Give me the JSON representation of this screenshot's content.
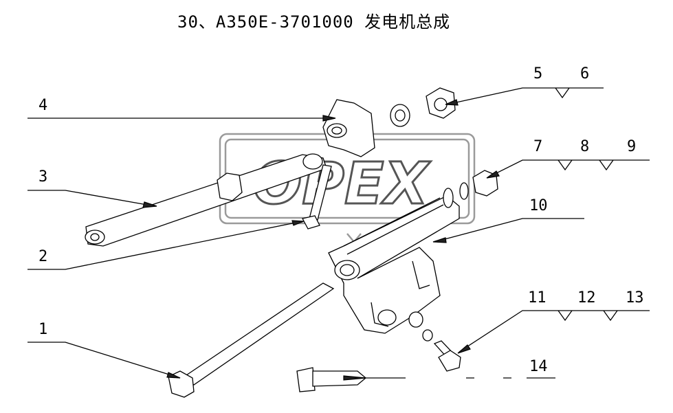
{
  "title": "30、A350E-3701000 发电机总成",
  "watermark": "OPEX",
  "callouts": [
    {
      "id": "c1",
      "label": "1"
    },
    {
      "id": "c2",
      "label": "2"
    },
    {
      "id": "c3",
      "label": "3"
    },
    {
      "id": "c4",
      "label": "4"
    },
    {
      "id": "c5",
      "label": "5"
    },
    {
      "id": "c6",
      "label": "6"
    },
    {
      "id": "c7",
      "label": "7"
    },
    {
      "id": "c8",
      "label": "8"
    },
    {
      "id": "c9",
      "label": "9"
    },
    {
      "id": "c10",
      "label": "10"
    },
    {
      "id": "c11",
      "label": "11"
    },
    {
      "id": "c12",
      "label": "12"
    },
    {
      "id": "c13",
      "label": "13"
    },
    {
      "id": "c14",
      "label": "14"
    }
  ]
}
